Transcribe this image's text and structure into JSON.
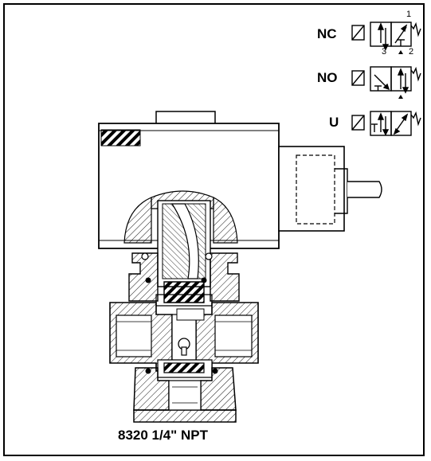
{
  "symbols": {
    "nc": {
      "label": "NC",
      "port_1": "1",
      "port_2": "2",
      "port_3": "3"
    },
    "no": {
      "label": "NO"
    },
    "u": {
      "label": "U"
    }
  },
  "caption": "8320 1/4\" NPT"
}
